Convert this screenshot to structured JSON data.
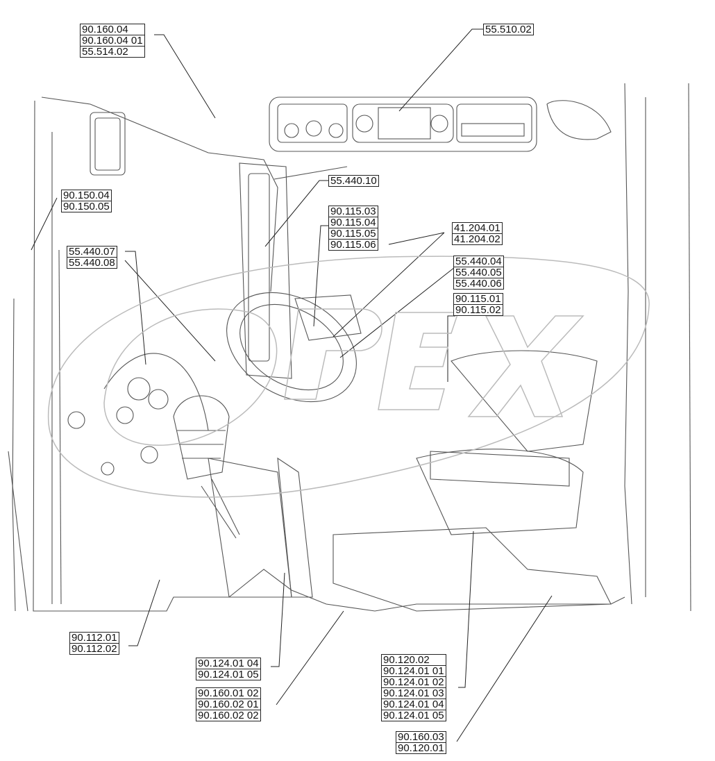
{
  "labels": {
    "top_left": [
      "90.160.04",
      "90.160.04 01",
      "55.514.02"
    ],
    "top_center": [
      "55.510.02"
    ],
    "upper_center": [
      "55.440.10"
    ],
    "steer_col": [
      "90.115.03",
      "90.115.04",
      "90.115.05",
      "90.115.06"
    ],
    "right_top": [
      "41.204.01",
      "41.204.02"
    ],
    "right_mid": [
      "55.440.04",
      "55.440.05",
      "55.440.06"
    ],
    "right_low": [
      "90.115.01",
      "90.115.02"
    ],
    "left_pillar": [
      "90.150.04",
      "90.150.05"
    ],
    "left_mid": [
      "55.440.07",
      "55.440.08"
    ],
    "bottom_left": [
      "90.112.01",
      "90.112.02"
    ],
    "bottom_center": [
      "90.124.01 04",
      "90.124.01 05"
    ],
    "bottom_center2": [
      "90.160.01 02",
      "90.160.02 01",
      "90.160.02 02"
    ],
    "bottom_right": [
      "90.120.02",
      "90.124.01 01",
      "90.124.01 02",
      "90.124.01 03",
      "90.124.01 04",
      "90.124.01 05"
    ],
    "bottom_far_right": [
      "90.160.03",
      "90.120.01"
    ]
  },
  "colors": {
    "line": "#555555",
    "watermark": "#bbbbbb"
  }
}
